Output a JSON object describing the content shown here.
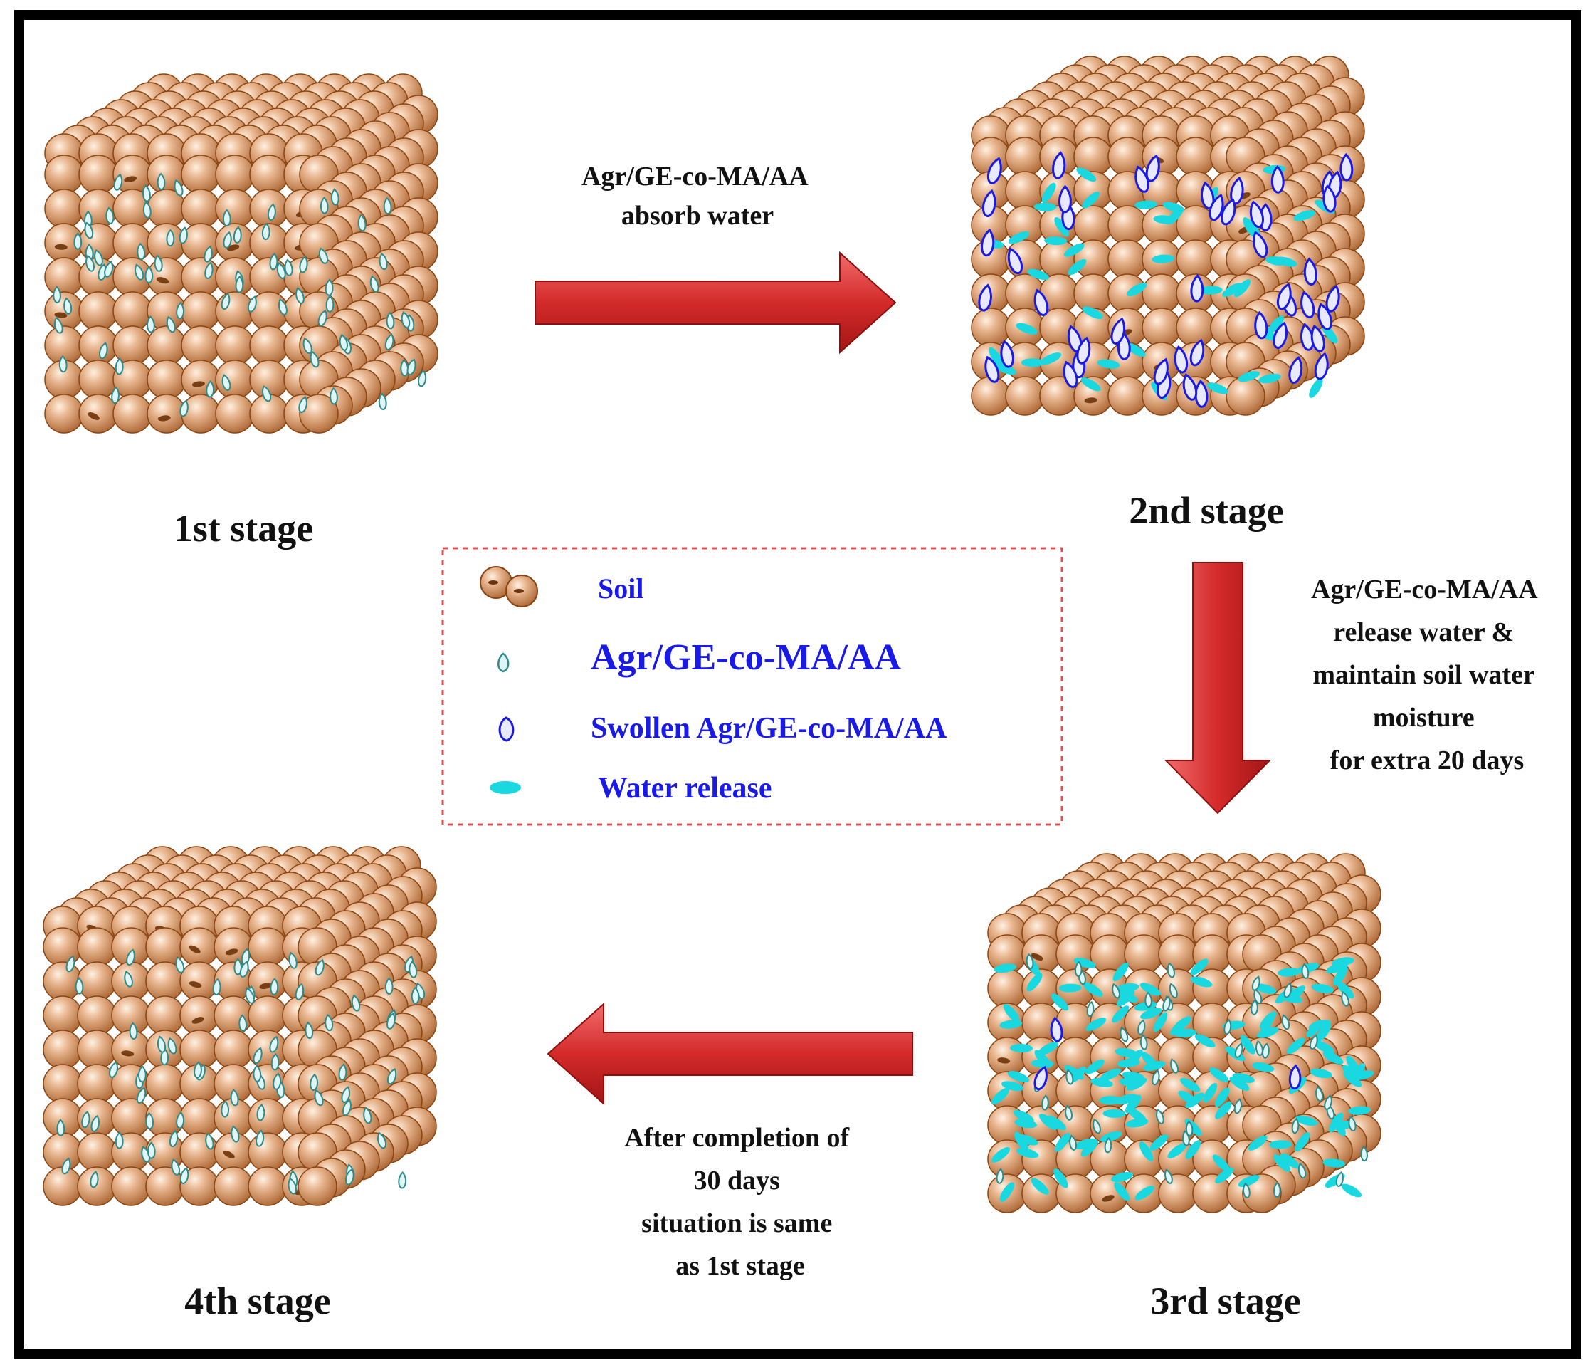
{
  "stages": {
    "stage1": "1st stage",
    "stage2": "2nd stage",
    "stage3": "3rd stage",
    "stage4": "4th stage"
  },
  "arrows": {
    "arrow1_lines": [
      "Agr/GE-co-MA/AA",
      "absorb water"
    ],
    "arrow2_lines": [
      "Agr/GE-co-MA/AA",
      "release water &",
      "maintain soil water",
      "moisture",
      "for extra 20 days"
    ],
    "arrow3_lines": [
      "After completion of",
      "30 days",
      "situation is same",
      "as 1st stage"
    ]
  },
  "legend": {
    "items": [
      {
        "icon": "soil-icon",
        "label": "Soil"
      },
      {
        "icon": "hydrogel-icon",
        "label": "Agr/GE-co-MA/AA"
      },
      {
        "icon": "swollen-hydrogel-icon",
        "label": "Swollen Agr/GE-co-MA/AA"
      },
      {
        "icon": "water-release-icon",
        "label": "Water release"
      }
    ]
  },
  "colors": {
    "soil": "#c8875a",
    "soil_dark": "#7a3e14",
    "hydrogel": "#2e8b8b",
    "swollen": "#1a1ae6",
    "water": "#19d8e0",
    "arrow": "#d42a2a",
    "legend_border": "#e05050",
    "legend_text": "#1a1ae6"
  }
}
